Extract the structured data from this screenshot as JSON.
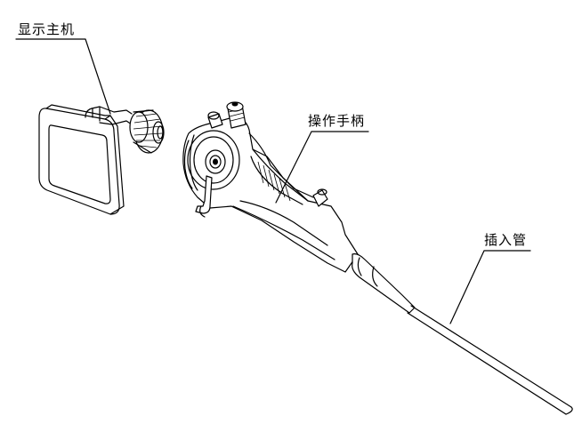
{
  "labels": {
    "display_host": "显示主机",
    "operating_handle": "操作手柄",
    "insertion_tube": "插入管"
  },
  "colors": {
    "line": "#000000",
    "background": "#ffffff"
  }
}
